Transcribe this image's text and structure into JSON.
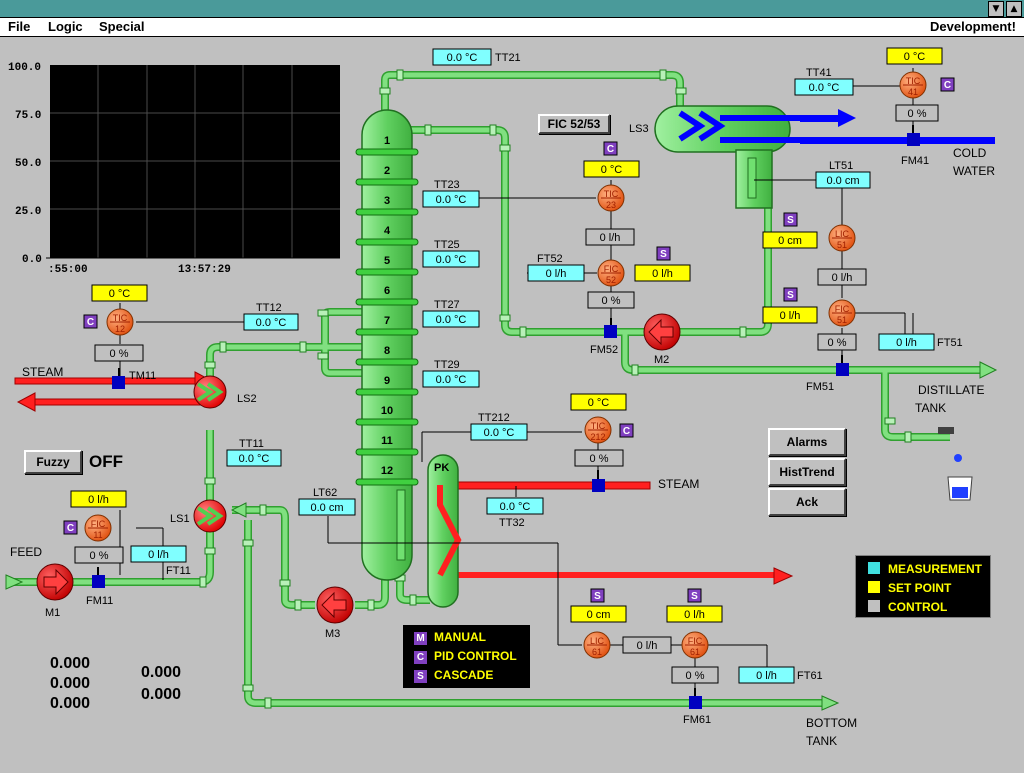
{
  "window": {
    "scroll_down_glyph": "▼",
    "scroll_up_glyph": "▲"
  },
  "menu": {
    "file": "File",
    "logic": "Logic",
    "special": "Special",
    "development": "Development!"
  },
  "trend": {
    "y_ticks": [
      "100.0",
      "75.0",
      "50.0",
      "25.0",
      "0.0"
    ],
    "x_start": ":55:00",
    "x_end": "13:57:29"
  },
  "column": {
    "trays": [
      "1",
      "2",
      "3",
      "4",
      "5",
      "6",
      "7",
      "8",
      "9",
      "10",
      "11",
      "12"
    ],
    "reboiler_label": "PK"
  },
  "tags": {
    "TT21": "TT21",
    "TT41": "TT41",
    "TT23": "TT23",
    "TT25": "TT25",
    "TT27": "TT27",
    "TT29": "TT29",
    "TT12": "TT12",
    "TT11": "TT11",
    "TT212": "TT212",
    "TT32": "TT32",
    "LT51": "LT51",
    "LT62": "LT62",
    "FT52": "FT52",
    "FT51": "FT51",
    "FT11": "FT11",
    "FT61": "FT61",
    "FM41": "FM41",
    "FM52": "FM52",
    "FM51": "FM51",
    "FM11": "FM11",
    "FM61": "FM61",
    "TM11": "TM11",
    "LS1": "LS1",
    "LS2": "LS2",
    "LS3": "LS3",
    "M1": "M1",
    "M2": "M2",
    "M3": "M3"
  },
  "labels": {
    "steam": "STEAM",
    "steam2": "STEAM",
    "feed": "FEED",
    "cold": "COLD",
    "water": "WATER",
    "distillate": "DISTILLATE",
    "tank": "TANK",
    "bottom": "BOTTOM",
    "bottom_tank": "TANK",
    "fic5253": "FIC 52/53"
  },
  "measurements": {
    "TT21": "0.0 °C",
    "TT41": "0.0 °C",
    "TT23": "0.0 °C",
    "TT25": "0.0 °C",
    "TT27": "0.0 °C",
    "TT29": "0.0 °C",
    "TT12": "0.0 °C",
    "TT11": "0.0 °C",
    "TT212": "0.0 °C",
    "TT32": "0.0 °C",
    "LT51": "0.0 cm",
    "LT62": "0.0 cm",
    "FT52": "0 l/h",
    "FT51": "0 l/h",
    "FT11": "0 l/h",
    "FT61": "0 l/h"
  },
  "setpoints": {
    "TIC41": "0 °C",
    "TIC23": "0 °C",
    "FIC52": "0 l/h",
    "LIC51": "0 cm",
    "FIC51": "0 l/h",
    "TIC12": "0 °C",
    "TIC212": "0 °C",
    "FIC11": "0 l/h",
    "LIC61": "0 cm",
    "FIC61": "0 l/h"
  },
  "outputs": {
    "TIC41": "0 %",
    "TIC23": "0 l/h",
    "FIC52": "0 %",
    "LIC51": "0 l/h",
    "FIC51": "0 %",
    "TIC12": "0 %",
    "TIC212": "0 %",
    "FIC11": "0 %",
    "LIC61": "0 l/h",
    "FIC61": "0 %"
  },
  "controllers": {
    "TIC41": {
      "top": "TIC",
      "bottom": "41",
      "mode": "C"
    },
    "TIC23": {
      "top": "TIC",
      "bottom": "23",
      "mode": "C"
    },
    "FIC52": {
      "top": "FIC",
      "bottom": "52",
      "mode": "S"
    },
    "LIC51": {
      "top": "LIC",
      "bottom": "51",
      "mode": "S"
    },
    "FIC51": {
      "top": "FIC",
      "bottom": "51",
      "mode": "S"
    },
    "TIC12": {
      "top": "TIC",
      "bottom": "12",
      "mode": "C"
    },
    "TIC212": {
      "top": "TIC",
      "bottom": "212",
      "mode": "C"
    },
    "FIC11": {
      "top": "FIC",
      "bottom": "11",
      "mode": "C"
    },
    "LIC61": {
      "top": "LIC",
      "bottom": "61",
      "mode": "S"
    },
    "FIC61": {
      "top": "FIC",
      "bottom": "61",
      "mode": "S"
    }
  },
  "fuzzy": {
    "button": "Fuzzy",
    "state": "OFF"
  },
  "buttons": {
    "alarms": "Alarms",
    "histtrend": "HistTrend",
    "ack": "Ack"
  },
  "legend_modes": [
    {
      "key": "M",
      "label": "MANUAL"
    },
    {
      "key": "C",
      "label": "PID CONTROL"
    },
    {
      "key": "S",
      "label": "CASCADE"
    }
  ],
  "legend_colors": [
    {
      "label": "MEASUREMENT",
      "color": "#40e0e0"
    },
    {
      "label": "SET POINT",
      "color": "#ffff00"
    },
    {
      "label": "CONTROL",
      "color": "#c0c0c0"
    }
  ],
  "readouts": {
    "left": [
      "0.000",
      "0.000",
      "0.000"
    ],
    "right": [
      "0.000",
      "0.000"
    ]
  },
  "colors": {
    "background": "#c0c0c0",
    "pipe": "#80e080",
    "steam": "#ff2020",
    "water": "#0000ff",
    "controller": "#ff8040",
    "measurement": "#80ffff",
    "setpoint": "#ffff00",
    "output": "#c0c0c0",
    "mode_badge": "#8040c0",
    "legend_bg": "#000000"
  }
}
